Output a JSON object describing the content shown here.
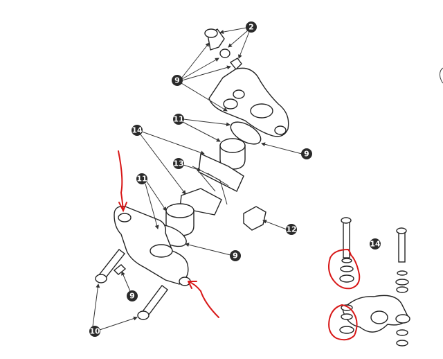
{
  "callouts": {
    "c2": "2",
    "c9a": "9",
    "c11a": "11",
    "c9b": "9",
    "c14a": "14",
    "c13": "13",
    "c11b": "11",
    "c12": "12",
    "c9c": "9",
    "c9d": "9",
    "c10": "10",
    "c14b": "14"
  },
  "colors": {
    "annotation": "#d81818",
    "callout": "#2a2a2a"
  }
}
